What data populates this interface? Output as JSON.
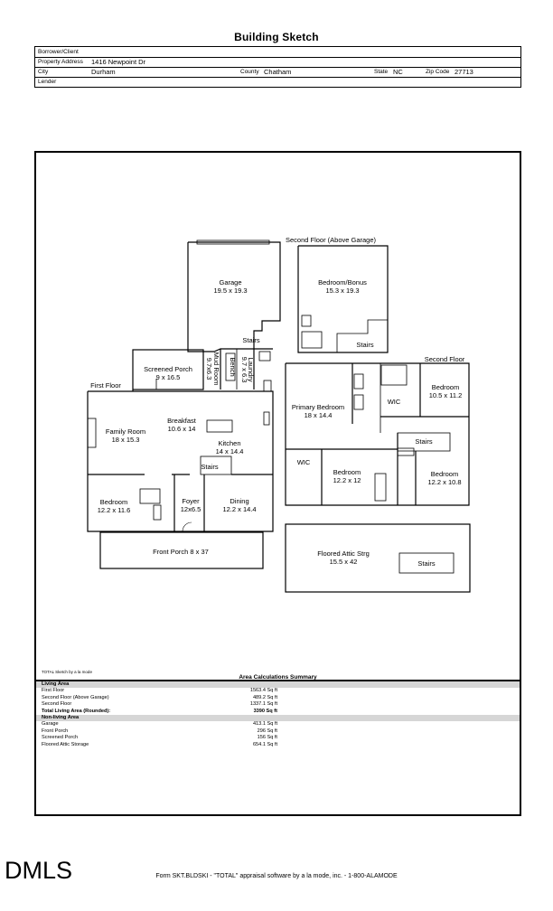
{
  "header": {
    "title": "Building Sketch"
  },
  "info": {
    "borrower_label": "Borrower/Client",
    "property_label": "Property Address",
    "property_value": "1416 Newpoint Dr",
    "city_label": "City",
    "city_value": "Durham",
    "county_label": "County",
    "county_value": "Chatham",
    "state_label": "State",
    "state_value": "NC",
    "zip_label": "Zip Code",
    "zip_value": "27713",
    "lender_label": "Lender"
  },
  "sketch": {
    "labels": {
      "second_floor_above_garage": "Second Floor (Above Garage)",
      "second_floor": "Second Floor",
      "first_floor": "First Floor",
      "garage": "Garage",
      "garage_dim": "19.5 x 19.3",
      "stairs_garage": "Stairs",
      "mud_room": "Mud Room",
      "mud_room_dim": "9.7x6.3",
      "bench": "Bench",
      "laundry": "Laundry",
      "laundry_dim": "9.7 x 6.3",
      "screened_porch": "Screened Porch",
      "screened_porch_dim": "9 x 16.5",
      "family_room": "Family Room",
      "family_room_dim": "18 x 15.3",
      "breakfast": "Breakfast",
      "breakfast_dim": "10.6 x 14",
      "kitchen": "Kitchen",
      "kitchen_dim": "14 x 14.4",
      "stairs_main": "Stairs",
      "bedroom_first": "Bedroom",
      "bedroom_first_dim": "12.2 x 11.6",
      "foyer": "Foyer",
      "foyer_dim": "12x6.5",
      "dining": "Dining",
      "dining_dim": "12.2 x 14.4",
      "front_porch": "Front Porch 8 x 37",
      "bonus": "Bedroom/Bonus",
      "bonus_dim": "15.3 x 19.3",
      "stairs_bonus": "Stairs",
      "primary_bedroom": "Primary Bedroom",
      "primary_bedroom_dim": "18 x 14.4",
      "wic_1": "WIC",
      "bedroom_2": "Bedroom",
      "bedroom_2_dim": "10.5 x 11.2",
      "stairs_second": "Stairs",
      "wic_2": "WIC",
      "bedroom_3": "Bedroom",
      "bedroom_3_dim": "12.2 x 12",
      "bedroom_4": "Bedroom",
      "bedroom_4_dim": "12.2 x 10.8",
      "attic": "Floored Attic Strg",
      "attic_dim": "15.5 x 42",
      "stairs_attic": "Stairs"
    },
    "credit": "TOTAL Sketch by a la mode",
    "calc_title": "Area Calculations Summary"
  },
  "calc": {
    "living_header": "Living Area",
    "living": [
      {
        "name": "First Floor",
        "value": "1563.4 Sq ft"
      },
      {
        "name": "Second Floor (Above Garage)",
        "value": "489.2 Sq ft"
      },
      {
        "name": "Second Floor",
        "value": "1337.1 Sq ft"
      }
    ],
    "total_label": "Total Living Area (Rounded):",
    "total_value": "3390 Sq ft",
    "nonliving_header": "Non-living Area",
    "nonliving": [
      {
        "name": "Garage",
        "value": "413.1 Sq ft"
      },
      {
        "name": "Front Porch",
        "value": "296 Sq ft"
      },
      {
        "name": "Screened Porch",
        "value": "156 Sq ft"
      },
      {
        "name": "Floored Attic Storage",
        "value": "654.1 Sq ft"
      }
    ]
  },
  "brand": {
    "logo": "DMLS"
  },
  "footer": {
    "text": "Form SKT.BLDSKI - \"TOTAL\" appraisal software by a la mode, inc. - 1-800-ALAMODE"
  }
}
